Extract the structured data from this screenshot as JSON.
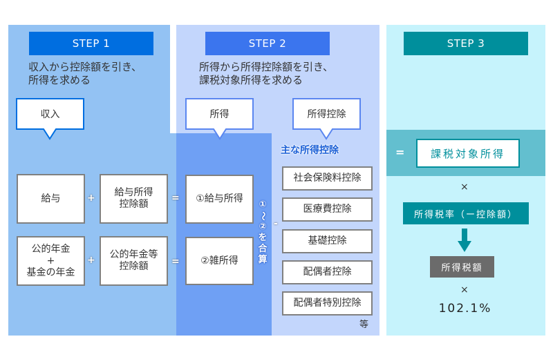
{
  "colors": {
    "step1": "#006ee0",
    "step2": "#3b75ee",
    "step3": "#008f9c",
    "panel1_bg": "#93c2f3",
    "panel2_bg": "#c3d6fc",
    "panel2_income_bg": "#6fa0f4",
    "panel3_bg": "#c6f3fc",
    "panel3_band": "#63bfcf",
    "accent_text": "#1a5fd6",
    "tax_amount_box": "#6b6b6b"
  },
  "step1": {
    "label": "STEP 1",
    "desc_line1": "収入から控除額を引き、",
    "desc_line2": "所得を求める",
    "callout": "収入",
    "rows": [
      {
        "income_lines": [
          "給与"
        ],
        "op1": "+",
        "deduction_lines": [
          "給与所得",
          "控除額"
        ],
        "op2": "="
      },
      {
        "income_lines": [
          "公的年金",
          "+",
          "基金の年金"
        ],
        "op1": "+",
        "deduction_lines": [
          "公的年金等",
          "控除額"
        ],
        "op2": "="
      }
    ]
  },
  "step2": {
    "label": "STEP 2",
    "desc_line1": "所得から所得控除額を引き、",
    "desc_line2": "課税対象所得を求める",
    "callout_income": "所得",
    "callout_deduction": "所得控除",
    "incomes": [
      "①給与所得",
      "②雑所得"
    ],
    "combine_note": [
      "①",
      "～",
      "②",
      "を",
      "合",
      "算"
    ],
    "minus": "-",
    "main_deductions_title": "主な所得控除",
    "deductions": [
      "社会保険料控除",
      "医療費控除",
      "基礎控除",
      "配偶者控除",
      "配偶者特別控除"
    ],
    "etc": "等"
  },
  "step3": {
    "label": "STEP 3",
    "equals": "=",
    "taxable_income": "課税対象所得",
    "times1": "×",
    "tax_rate": "所得税率（ー控除額）",
    "arrow": "down-arrow",
    "tax_amount": "所得税額",
    "times2": "×",
    "surtax_rate": "102.1%"
  }
}
